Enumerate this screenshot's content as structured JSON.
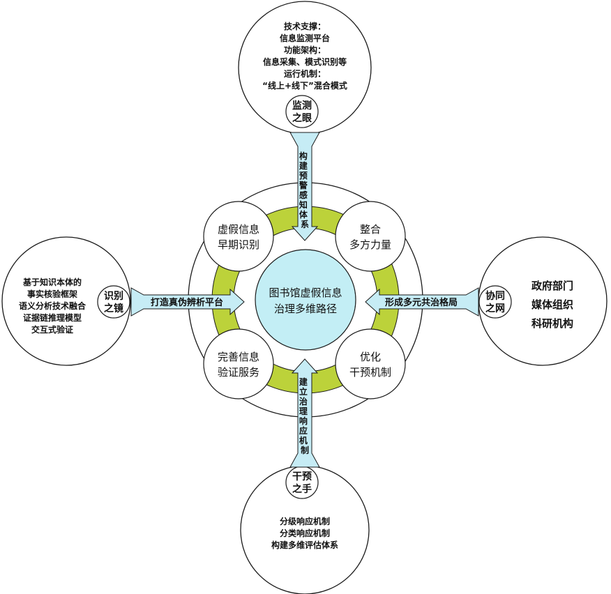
{
  "center": {
    "lines": [
      "图书馆虚假信息",
      "治理多维路径"
    ]
  },
  "inner_nodes": {
    "top_left": [
      "虚假信息",
      "早期识别"
    ],
    "top_right": [
      "整合",
      "多方力量"
    ],
    "bottom_left": [
      "完善信息",
      "验证服务"
    ],
    "bottom_right": [
      "优化",
      "干预机制"
    ]
  },
  "top": {
    "badge": [
      "监测",
      "之眼"
    ],
    "lines": [
      "技术支撑：",
      "信息监测平台",
      "功能架构：",
      "信息采集、模式识别等",
      "运行机制：",
      "“线上+线下”混合模式"
    ],
    "arrow_label": "构建预警感知体系"
  },
  "left": {
    "badge": [
      "识别",
      "之镜"
    ],
    "lines": [
      "基于知识本体的",
      "事实核验框架",
      "语义分析技术融合",
      "证据链推理模型",
      "交互式验证"
    ],
    "arrow_label": "打造真伪辨析平台"
  },
  "right": {
    "badge": [
      "协同",
      "之网"
    ],
    "lines": [
      "政府部门",
      "媒体组织",
      "科研机构"
    ],
    "arrow_label": "形成多元共治格局"
  },
  "bottom": {
    "badge": [
      "干预",
      "之手"
    ],
    "lines": [
      "分级响应机制",
      "分类响应机制",
      "构建多维评估体系"
    ],
    "arrow_label": "建立治理响应机制"
  },
  "colors": {
    "ring_green": "#bcd23a",
    "center_fill": "#c3eef5",
    "arrow_fill": "#c6ecf5",
    "stroke": "#1a1a1a"
  }
}
